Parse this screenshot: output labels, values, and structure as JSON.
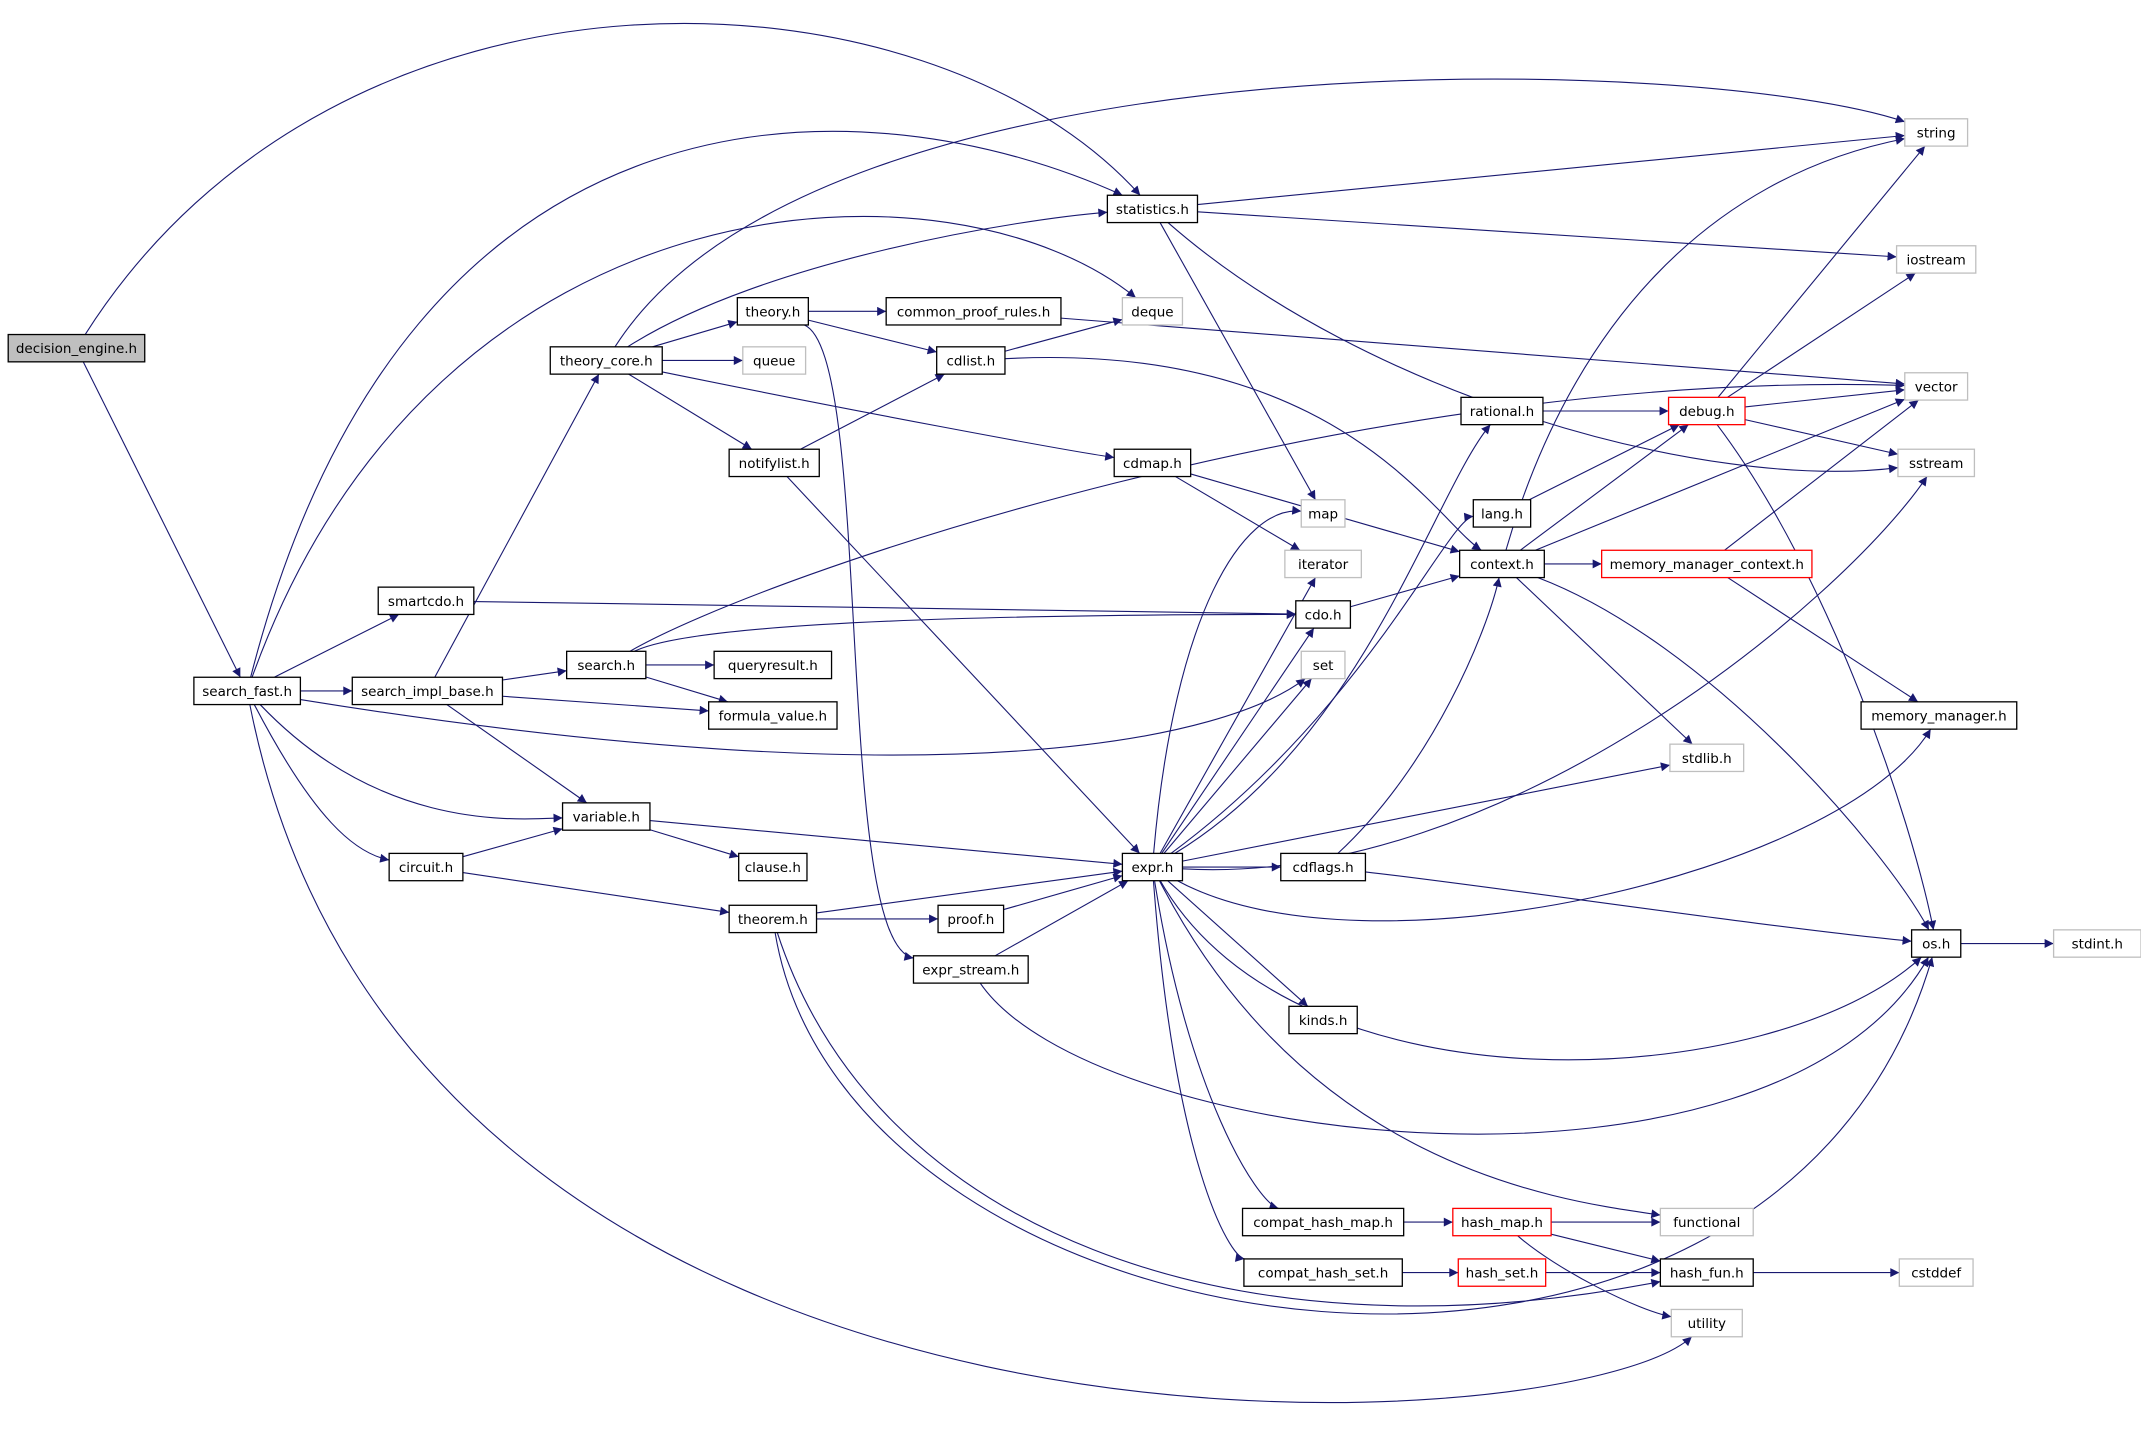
{
  "colors": {
    "edge": "#191970",
    "normal_border": "#000000",
    "external_border": "#bfbfbf",
    "truncated_border": "#ff0000",
    "root_fill": "#bfbfbf",
    "background": "#ffffff"
  },
  "graph": {
    "title": "decision_engine.h",
    "nodes": [
      {
        "id": "decision_engine",
        "label": "decision_engine.h",
        "kind": "root"
      },
      {
        "id": "search_fast",
        "label": "search_fast.h",
        "kind": "normal"
      },
      {
        "id": "smartcdo",
        "label": "smartcdo.h",
        "kind": "normal"
      },
      {
        "id": "search_impl_base",
        "label": "search_impl_base.h",
        "kind": "normal"
      },
      {
        "id": "theory_core",
        "label": "theory_core.h",
        "kind": "normal"
      },
      {
        "id": "theory",
        "label": "theory.h",
        "kind": "normal"
      },
      {
        "id": "common_proof_rules",
        "label": "common_proof_rules.h",
        "kind": "normal"
      },
      {
        "id": "deque",
        "label": "deque",
        "kind": "external"
      },
      {
        "id": "queue",
        "label": "queue",
        "kind": "external"
      },
      {
        "id": "cdlist",
        "label": "cdlist.h",
        "kind": "normal"
      },
      {
        "id": "notifylist",
        "label": "notifylist.h",
        "kind": "normal"
      },
      {
        "id": "cdmap",
        "label": "cdmap.h",
        "kind": "normal"
      },
      {
        "id": "statistics",
        "label": "statistics.h",
        "kind": "normal"
      },
      {
        "id": "string",
        "label": "string",
        "kind": "external"
      },
      {
        "id": "iostream",
        "label": "iostream",
        "kind": "external"
      },
      {
        "id": "vector",
        "label": "vector",
        "kind": "external"
      },
      {
        "id": "sstream",
        "label": "sstream",
        "kind": "external"
      },
      {
        "id": "rational",
        "label": "rational.h",
        "kind": "normal"
      },
      {
        "id": "debug",
        "label": "debug.h",
        "kind": "truncated"
      },
      {
        "id": "lang",
        "label": "lang.h",
        "kind": "normal"
      },
      {
        "id": "context",
        "label": "context.h",
        "kind": "normal"
      },
      {
        "id": "memory_manager_context",
        "label": "memory_manager_context.h",
        "kind": "truncated"
      },
      {
        "id": "memory_manager",
        "label": "memory_manager.h",
        "kind": "normal"
      },
      {
        "id": "map",
        "label": "map",
        "kind": "external"
      },
      {
        "id": "iterator",
        "label": "iterator",
        "kind": "external"
      },
      {
        "id": "cdo",
        "label": "cdo.h",
        "kind": "normal"
      },
      {
        "id": "set",
        "label": "set",
        "kind": "external"
      },
      {
        "id": "search",
        "label": "search.h",
        "kind": "normal"
      },
      {
        "id": "queryresult",
        "label": "queryresult.h",
        "kind": "normal"
      },
      {
        "id": "formula_value",
        "label": "formula_value.h",
        "kind": "normal"
      },
      {
        "id": "stdlib",
        "label": "stdlib.h",
        "kind": "external"
      },
      {
        "id": "variable",
        "label": "variable.h",
        "kind": "normal"
      },
      {
        "id": "circuit",
        "label": "circuit.h",
        "kind": "normal"
      },
      {
        "id": "clause",
        "label": "clause.h",
        "kind": "normal"
      },
      {
        "id": "expr",
        "label": "expr.h",
        "kind": "normal"
      },
      {
        "id": "cdflags",
        "label": "cdflags.h",
        "kind": "normal"
      },
      {
        "id": "theorem",
        "label": "theorem.h",
        "kind": "normal"
      },
      {
        "id": "proof",
        "label": "proof.h",
        "kind": "normal"
      },
      {
        "id": "os",
        "label": "os.h",
        "kind": "normal"
      },
      {
        "id": "stdint",
        "label": "stdint.h",
        "kind": "external"
      },
      {
        "id": "expr_stream",
        "label": "expr_stream.h",
        "kind": "normal"
      },
      {
        "id": "kinds",
        "label": "kinds.h",
        "kind": "normal"
      },
      {
        "id": "compat_hash_map",
        "label": "compat_hash_map.h",
        "kind": "normal"
      },
      {
        "id": "hash_map",
        "label": "hash_map.h",
        "kind": "truncated"
      },
      {
        "id": "functional",
        "label": "functional",
        "kind": "external"
      },
      {
        "id": "compat_hash_set",
        "label": "compat_hash_set.h",
        "kind": "normal"
      },
      {
        "id": "hash_set",
        "label": "hash_set.h",
        "kind": "truncated"
      },
      {
        "id": "hash_fun",
        "label": "hash_fun.h",
        "kind": "normal"
      },
      {
        "id": "cstddef",
        "label": "cstddef",
        "kind": "external"
      },
      {
        "id": "utility",
        "label": "utility",
        "kind": "external"
      }
    ],
    "edges": [
      {
        "from": "decision_engine",
        "to": "search_fast"
      },
      {
        "from": "decision_engine",
        "to": "statistics"
      },
      {
        "from": "search_fast",
        "to": "statistics"
      },
      {
        "from": "search_fast",
        "to": "deque"
      },
      {
        "from": "search_fast",
        "to": "smartcdo"
      },
      {
        "from": "search_fast",
        "to": "search_impl_base"
      },
      {
        "from": "search_fast",
        "to": "set"
      },
      {
        "from": "search_fast",
        "to": "variable"
      },
      {
        "from": "search_fast",
        "to": "circuit"
      },
      {
        "from": "search_fast",
        "to": "utility"
      },
      {
        "from": "smartcdo",
        "to": "cdo"
      },
      {
        "from": "search_impl_base",
        "to": "theory_core"
      },
      {
        "from": "search_impl_base",
        "to": "search"
      },
      {
        "from": "search_impl_base",
        "to": "formula_value"
      },
      {
        "from": "search_impl_base",
        "to": "variable"
      },
      {
        "from": "theory_core",
        "to": "string"
      },
      {
        "from": "theory_core",
        "to": "statistics"
      },
      {
        "from": "theory_core",
        "to": "theory"
      },
      {
        "from": "theory_core",
        "to": "queue"
      },
      {
        "from": "theory_core",
        "to": "cdmap"
      },
      {
        "from": "theory_core",
        "to": "notifylist"
      },
      {
        "from": "theory",
        "to": "common_proof_rules"
      },
      {
        "from": "theory",
        "to": "cdlist"
      },
      {
        "from": "theory",
        "to": "expr_stream"
      },
      {
        "from": "common_proof_rules",
        "to": "vector"
      },
      {
        "from": "cdlist",
        "to": "deque"
      },
      {
        "from": "cdlist",
        "to": "context"
      },
      {
        "from": "notifylist",
        "to": "cdlist"
      },
      {
        "from": "notifylist",
        "to": "expr"
      },
      {
        "from": "cdmap",
        "to": "context"
      },
      {
        "from": "cdmap",
        "to": "iterator"
      },
      {
        "from": "statistics",
        "to": "string"
      },
      {
        "from": "statistics",
        "to": "iostream"
      },
      {
        "from": "statistics",
        "to": "sstream"
      },
      {
        "from": "statistics",
        "to": "map"
      },
      {
        "from": "search",
        "to": "vector"
      },
      {
        "from": "search",
        "to": "cdo"
      },
      {
        "from": "search",
        "to": "queryresult"
      },
      {
        "from": "search",
        "to": "formula_value"
      },
      {
        "from": "rational",
        "to": "debug"
      },
      {
        "from": "debug",
        "to": "string"
      },
      {
        "from": "debug",
        "to": "iostream"
      },
      {
        "from": "debug",
        "to": "vector"
      },
      {
        "from": "debug",
        "to": "sstream"
      },
      {
        "from": "debug",
        "to": "os"
      },
      {
        "from": "lang",
        "to": "debug"
      },
      {
        "from": "context",
        "to": "string"
      },
      {
        "from": "context",
        "to": "vector"
      },
      {
        "from": "context",
        "to": "debug"
      },
      {
        "from": "context",
        "to": "memory_manager_context"
      },
      {
        "from": "context",
        "to": "stdlib"
      },
      {
        "from": "context",
        "to": "os"
      },
      {
        "from": "memory_manager_context",
        "to": "vector"
      },
      {
        "from": "memory_manager_context",
        "to": "memory_manager"
      },
      {
        "from": "cdo",
        "to": "context"
      },
      {
        "from": "variable",
        "to": "clause"
      },
      {
        "from": "variable",
        "to": "expr"
      },
      {
        "from": "circuit",
        "to": "variable"
      },
      {
        "from": "circuit",
        "to": "theorem"
      },
      {
        "from": "theorem",
        "to": "expr"
      },
      {
        "from": "theorem",
        "to": "proof"
      },
      {
        "from": "theorem",
        "to": "hash_fun"
      },
      {
        "from": "theorem",
        "to": "os"
      },
      {
        "from": "proof",
        "to": "expr"
      },
      {
        "from": "expr_stream",
        "to": "expr"
      },
      {
        "from": "expr_stream",
        "to": "os"
      },
      {
        "from": "expr",
        "to": "map"
      },
      {
        "from": "expr",
        "to": "iterator"
      },
      {
        "from": "expr",
        "to": "cdo"
      },
      {
        "from": "expr",
        "to": "set"
      },
      {
        "from": "expr",
        "to": "rational"
      },
      {
        "from": "expr",
        "to": "lang"
      },
      {
        "from": "expr",
        "to": "stdlib"
      },
      {
        "from": "expr",
        "to": "cdflags"
      },
      {
        "from": "expr",
        "to": "sstream"
      },
      {
        "from": "expr",
        "to": "memory_manager"
      },
      {
        "from": "expr",
        "to": "os"
      },
      {
        "from": "expr",
        "to": "kinds"
      },
      {
        "from": "expr",
        "to": "compat_hash_map"
      },
      {
        "from": "expr",
        "to": "compat_hash_set"
      },
      {
        "from": "expr",
        "to": "functional"
      },
      {
        "from": "cdflags",
        "to": "context"
      },
      {
        "from": "cdflags",
        "to": "os"
      },
      {
        "from": "os",
        "to": "stdint"
      },
      {
        "from": "compat_hash_map",
        "to": "hash_map"
      },
      {
        "from": "compat_hash_set",
        "to": "hash_set"
      },
      {
        "from": "hash_map",
        "to": "functional"
      },
      {
        "from": "hash_map",
        "to": "hash_fun"
      },
      {
        "from": "hash_map",
        "to": "utility"
      },
      {
        "from": "hash_set",
        "to": "hash_fun"
      },
      {
        "from": "hash_fun",
        "to": "cstddef"
      }
    ]
  }
}
